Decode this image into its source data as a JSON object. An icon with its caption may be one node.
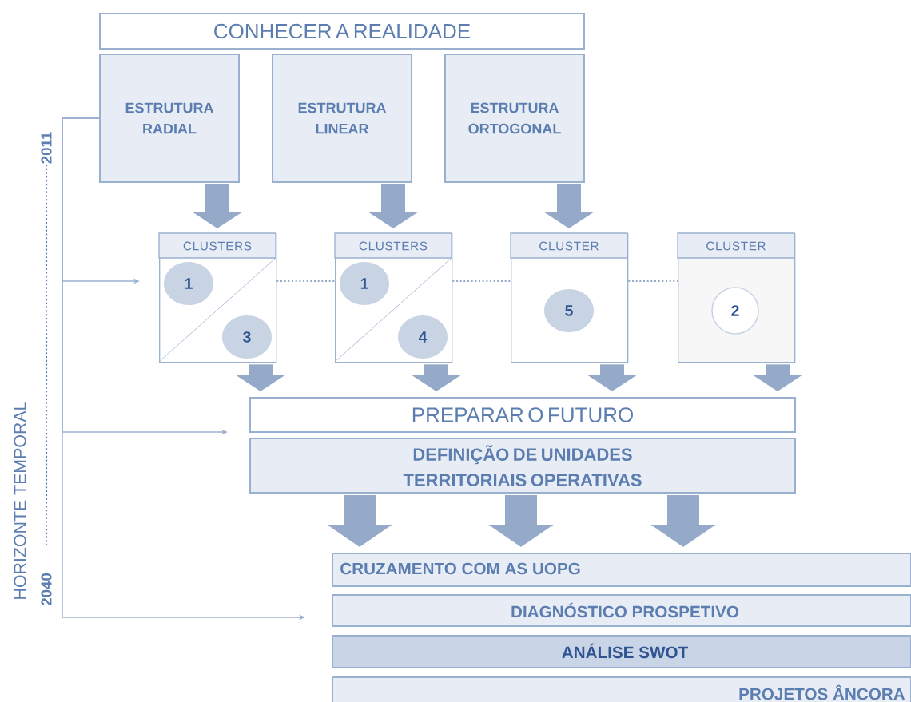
{
  "diagram": {
    "nodes": [
      {
        "text": [
          "CONHECER A REALIDADE"
        ]
      },
      {
        "text": [
          "ESTRUTURA RADIAL"
        ]
      },
      {
        "text": [
          "ESTRUTURA LINEAR"
        ]
      },
      {
        "text": [
          "ESTRUTURA ORTOGONAL"
        ]
      },
      {
        "text": [
          "CLUSTERS"
        ]
      },
      {
        "text": [
          "1"
        ],
        "in": 4
      },
      {
        "text": [
          "3"
        ],
        "in": 4
      },
      {
        "text": [
          "CLUSTERS"
        ]
      },
      {
        "text": [
          "1"
        ],
        "in": 7
      },
      {
        "text": [
          "4"
        ],
        "in": 7
      },
      {
        "text": [
          "CLUSTER"
        ]
      },
      {
        "text": [
          "5"
        ],
        "in": 10
      },
      {
        "text": [
          "CLUSTER"
        ]
      },
      {
        "text": [
          "2"
        ],
        "in": 12
      },
      {
        "text": [
          "PREPARAR O FUTURO"
        ]
      },
      {
        "text": [
          "DEFINIÇÃO DE UNIDADES TERRITORIAIS OPERATIVAS"
        ]
      },
      {
        "text": [
          "CRUZAMENTO COM AS UOPG"
        ]
      },
      {
        "text": [
          "DIAGNÓSTICO PROSPETIVO"
        ]
      },
      {
        "text": [
          "ANÁLISE SWOT"
        ]
      },
      {
        "text": [
          "PROJETOS ÂNCORA"
        ]
      }
    ],
    "edges": [
      {
        "from": 1,
        "to": 4,
        "arrow": "to"
      },
      {
        "from": 2,
        "to": 7,
        "arrow": "to"
      },
      {
        "from": 3,
        "to": 10,
        "arrow": "to"
      },
      {
        "from": 4,
        "to": 7,
        "arrow": "none",
        "style": "dashed"
      },
      {
        "from": 7,
        "to": 10,
        "arrow": "none",
        "style": "dashed"
      },
      {
        "from": 10,
        "to": 12,
        "arrow": "none",
        "style": "dashed"
      },
      {
        "from": 4,
        "to": 14,
        "arrow": "to"
      },
      {
        "from": 7,
        "to": 14,
        "arrow": "to"
      },
      {
        "from": 10,
        "to": 14,
        "arrow": "to"
      },
      {
        "from": 12,
        "to": 14,
        "arrow": "to"
      },
      {
        "from": 15,
        "to": 16,
        "arrow": "to"
      },
      {
        "from": 15,
        "to": 16,
        "arrow": "to"
      },
      {
        "from": 15,
        "to": 16,
        "arrow": "to"
      },
      {
        "from": 1,
        "to": 4,
        "arrow": "to"
      },
      {
        "from": 1,
        "to": 14,
        "arrow": "to"
      },
      {
        "from": 1,
        "to": 17,
        "arrow": "to"
      }
    ],
    "labels": [
      "2011",
      "HORIZONTE TEMPORAL",
      "2040"
    ]
  }
}
